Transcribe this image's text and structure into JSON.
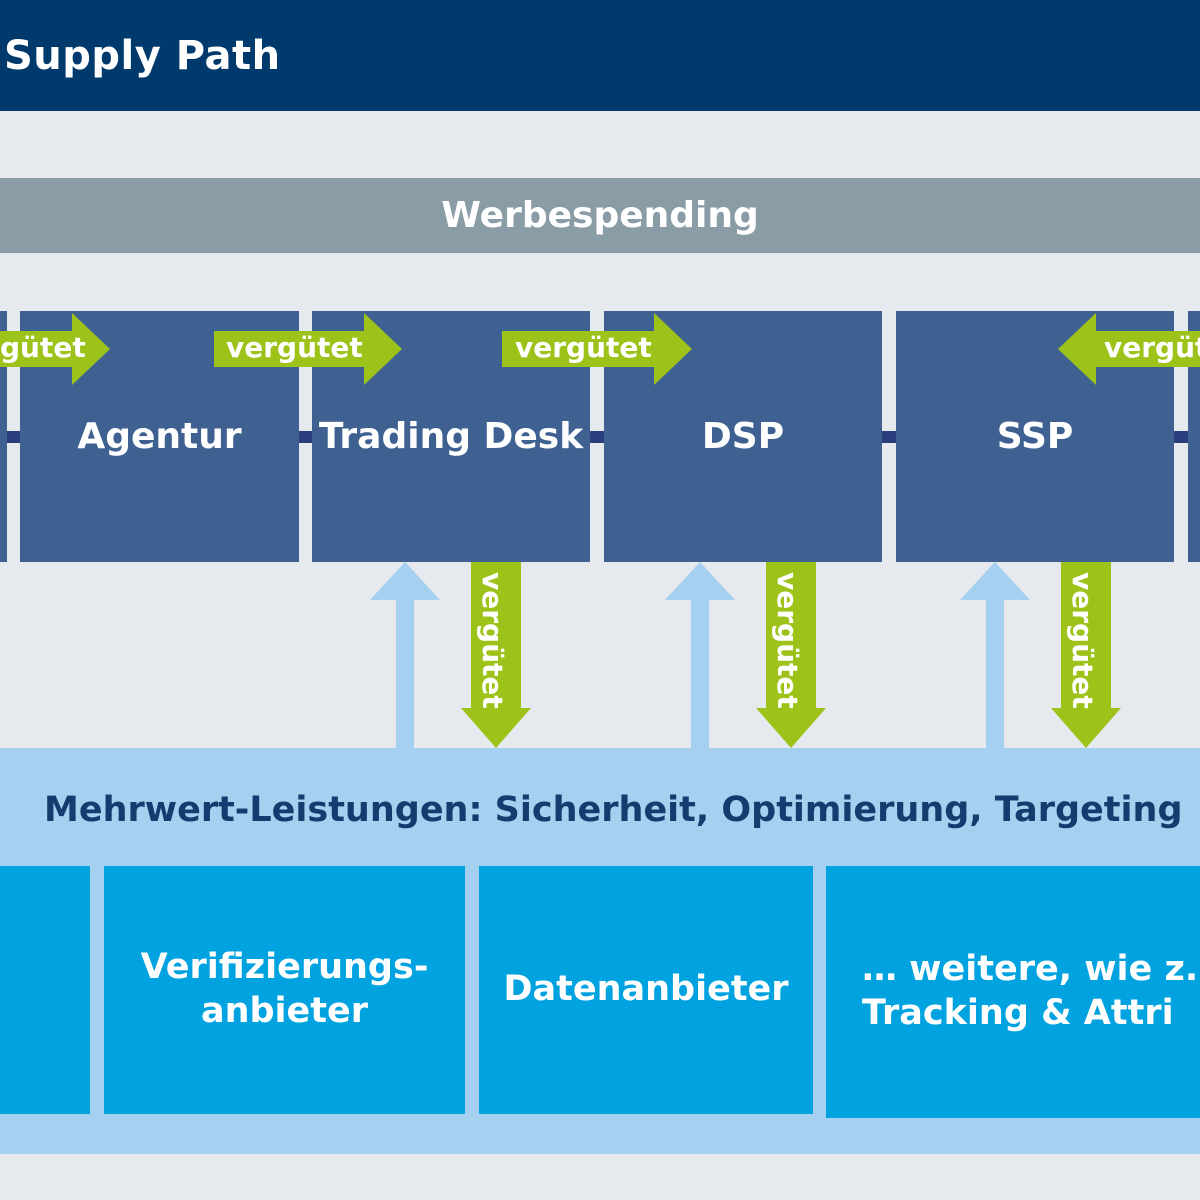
{
  "header": {
    "title": "Supply Path"
  },
  "spending": {
    "label": "Werbespending"
  },
  "path_boxes": [
    {
      "label": "Agentur"
    },
    {
      "label": "Trading Desk"
    },
    {
      "label": "DSP"
    },
    {
      "label": "SSP"
    }
  ],
  "arrows": {
    "horizontal": [
      "gütet",
      "vergütet",
      "vergütet",
      "vergüt"
    ],
    "vertical": [
      "vergütet",
      "vergütet",
      "vergütet"
    ]
  },
  "mehrwert": {
    "label": "Mehrwert-Leistungen: Sicherheit, Optimierung, Targeting"
  },
  "providers": [
    {
      "label": "Verifizierungs-\nanbieter"
    },
    {
      "label": "Datenanbieter"
    },
    {
      "label": "… weitere, wie z.B.\nTracking & Attri"
    }
  ],
  "colors": {
    "header": "#00396b",
    "spending": "#8a9ca5",
    "box": "#3f6192",
    "arrow_green": "#9dc31a",
    "arrow_blue": "#a5d0ef",
    "provider": "#00a3e0",
    "band": "#a5d0ef"
  }
}
